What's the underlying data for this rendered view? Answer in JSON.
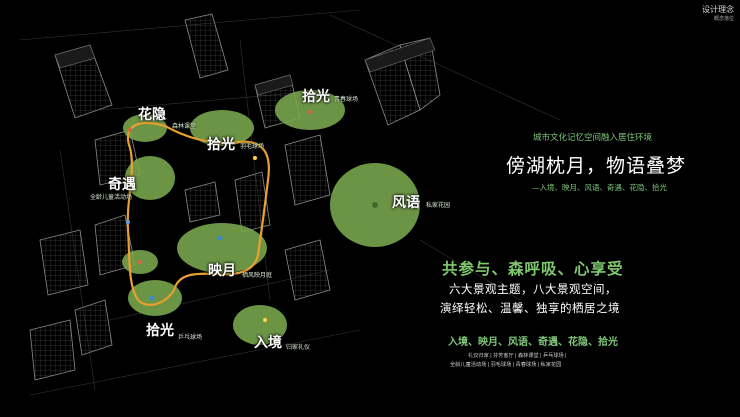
{
  "header": {
    "title": "设计理念",
    "subtitle": "概念落位"
  },
  "panel": {
    "tagline": "城市文化记忆空间融入居住环境",
    "title": "傍湖枕月，物语叠梦",
    "subtitle": "—入境、映月、风语、奇遇、花隐、拾光",
    "slogan": "共参与、森呼吸、心享受",
    "desc_line1": "六大景观主题，八大景观空间，",
    "desc_line2": "演绎轻松、温馨、独享的栖居之境",
    "themes": "入境、映月、风语、奇遇、花隐、拾光",
    "spaces_line1": "礼仪归家 | 芬芳客厅 | 森林课堂 | 乒乓球场 |",
    "spaces_line2": "全龄儿童活动场 | 羽毛球场 | 青春球场 | 私家花园"
  },
  "zones": {
    "huayin": {
      "name": "花隐",
      "sub": "森林课堂"
    },
    "shiguang_top": {
      "name": "拾光",
      "sub": "青春球场"
    },
    "shiguang_mid": {
      "name": "拾光",
      "sub": "羽毛球场"
    },
    "qiyu": {
      "name": "奇遇",
      "sub": "全龄儿童活动场"
    },
    "fengyu": {
      "name": "风语",
      "sub": "私家花园"
    },
    "yingyue": {
      "name": "映月",
      "sub": "栖风映月庭"
    },
    "shiguang_bottom": {
      "name": "拾光",
      "sub": "乒乓球场"
    },
    "rujing": {
      "name": "入境",
      "sub": "归家礼仪"
    }
  },
  "colors": {
    "accent": "#7ec86e",
    "path": "#e8a030",
    "green": "#7aa84e",
    "background": "#000000"
  }
}
